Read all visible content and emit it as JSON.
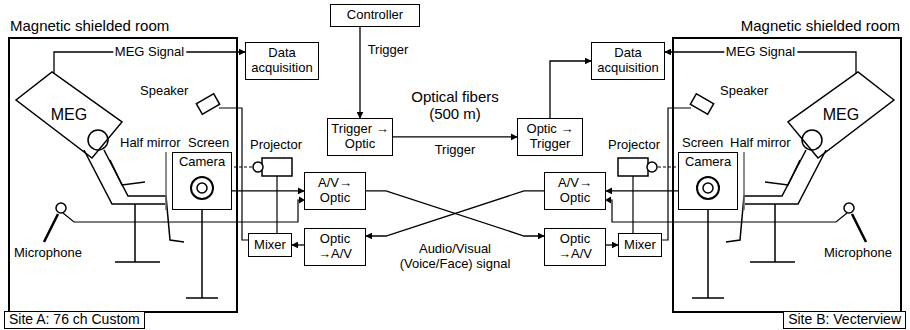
{
  "diagram": {
    "nodes": [
      {
        "text": [
          "Magnetic shielded room"
        ]
      },
      {
        "text": [
          "MEG"
        ],
        "in": 0
      },
      {
        "text": [
          "Camera"
        ],
        "in": 0
      },
      {
        "text": [
          "Magnetic shielded room"
        ]
      },
      {
        "text": [
          "MEG"
        ],
        "in": 3
      },
      {
        "text": [
          "Camera"
        ],
        "in": 3
      },
      {
        "text": [
          "Controller"
        ]
      },
      {
        "text": [
          "Data acquisition"
        ]
      },
      {
        "text": [
          "Data acquisition"
        ]
      },
      {
        "text": [
          "Trigger → Optic"
        ]
      },
      {
        "text": [
          "Optic → Trigger"
        ]
      },
      {
        "text": [
          "A/V→ Optic"
        ]
      },
      {
        "text": [
          "A/V→ Optic"
        ]
      },
      {
        "text": [
          "Mixer"
        ]
      },
      {
        "text": [
          "Optic →A/V"
        ]
      },
      {
        "text": [
          "Optic →A/V"
        ]
      },
      {
        "text": [
          "Mixer"
        ]
      },
      {
        "text": [
          "Site A: 76 ch Custom"
        ]
      },
      {
        "text": [
          "Site B: Vecterview"
        ]
      }
    ],
    "edges": [
      {
        "from": 1,
        "to": 7,
        "label": "MEG Signal",
        "arrow": "to"
      },
      {
        "from": 4,
        "to": 8,
        "label": "MEG Signal",
        "arrow": "to"
      },
      {
        "from": 6,
        "to": 9,
        "label": "Trigger",
        "arrow": "to"
      },
      {
        "from": 9,
        "to": 10,
        "label": "Trigger",
        "arrow": "to"
      },
      {
        "from": 10,
        "to": 8,
        "arrow": "to"
      },
      {
        "from": 2,
        "to": 11,
        "arrow": "to"
      },
      {
        "from": 5,
        "to": 12,
        "arrow": "to"
      },
      {
        "from": 11,
        "to": 15,
        "arrow": "to"
      },
      {
        "from": 12,
        "to": 14,
        "arrow": "to"
      },
      {
        "from": 14,
        "to": 13,
        "arrow": "to"
      },
      {
        "from": 15,
        "to": 16,
        "arrow": "to"
      }
    ],
    "labels": [
      "Speaker",
      "Half mirror",
      "Screen",
      "Projector",
      "Microphone",
      "Optical fibers (500 m)",
      "Audio/Visual (Voice/Face) signal",
      "Speaker",
      "Screen",
      "Half mirror",
      "Projector",
      "Microphone"
    ]
  }
}
